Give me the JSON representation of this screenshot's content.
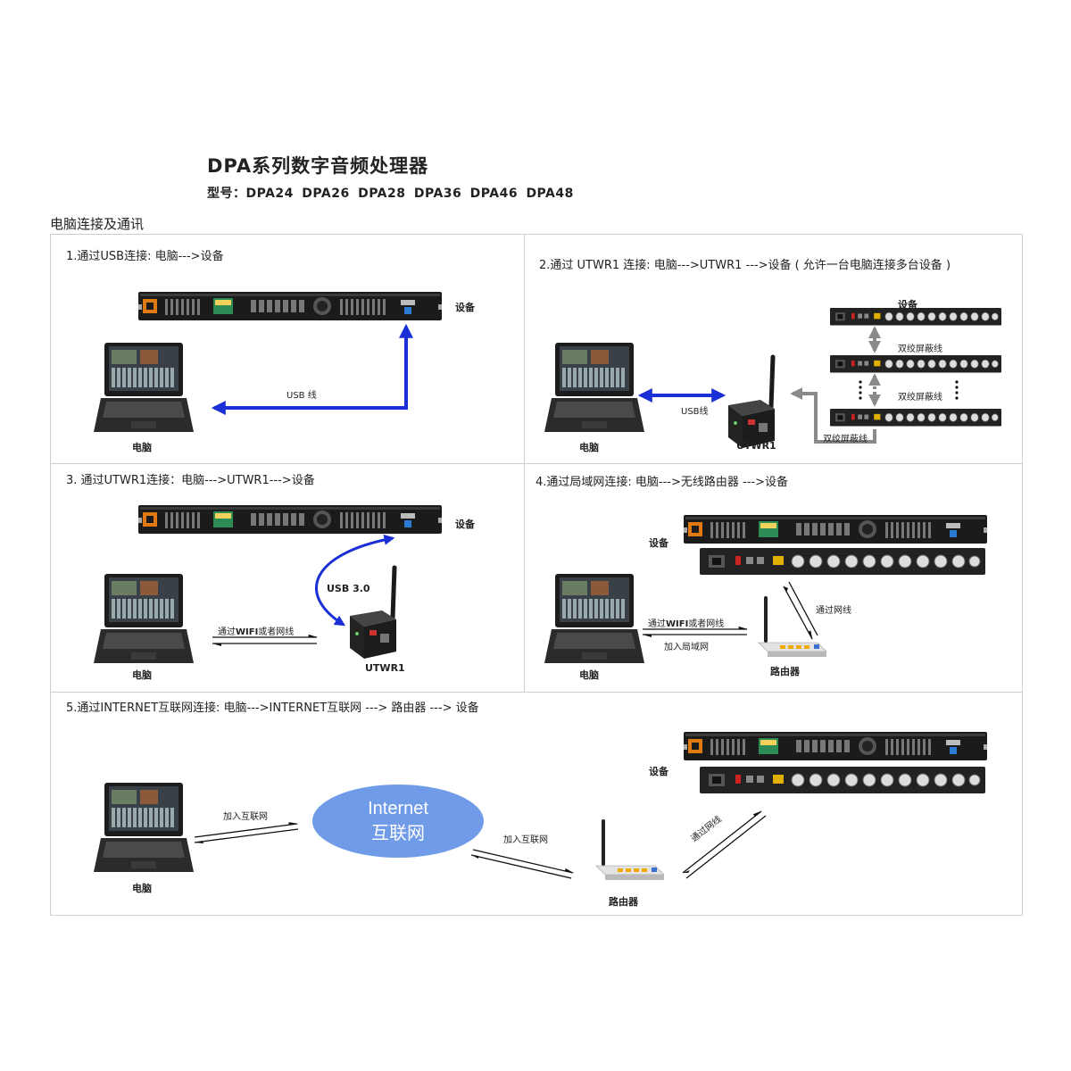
{
  "header": {
    "title": "DPA系列数字音频处理器",
    "models": "型号：DPA24   DPA26   DPA28  DPA36   DPA46   DPA48"
  },
  "section_title": "电脑连接及通讯",
  "panels": {
    "p1": {
      "title": "1.通过USB连接:  电脑--->设备",
      "device": "设备",
      "cable": "USB 线",
      "computer": "电脑"
    },
    "p2": {
      "title": "2.通过 UTWR1 连接:  电脑--->UTWR1  --->设备 ( 允许一台电脑连接多台设备 )",
      "device": "设备",
      "cable": "USB线",
      "computer": "电脑",
      "utwr": "UTWR1",
      "shield1": "双绞屏蔽线",
      "shield2": "双绞屏蔽线",
      "shield3": "双绞屏蔽线"
    },
    "p3": {
      "title": "3. 通过UTWR1连接：电脑--->UTWR1--->设备",
      "device": "设备",
      "usb3": "USB 3.0",
      "wifi_prefix": "通过",
      "wifi_bold": "WIFI",
      "wifi_suffix": "或者网线",
      "computer": "电脑",
      "utwr": "UTWR1"
    },
    "p4": {
      "title": "4.通过局域网连接:  电脑--->无线路由器 --->设备",
      "device": "设备",
      "cable": "通过网线",
      "wifi_prefix": "通过",
      "wifi_bold": "WIFI",
      "wifi_suffix": "或者网线",
      "lan": "加入局域网",
      "computer": "电脑",
      "router": "路由器"
    },
    "p5": {
      "title": "5.通过INTERNET互联网连接:  电脑--->INTERNET互联网 ---> 路由器 ---> 设备",
      "device": "设备",
      "join1": "加入互联网",
      "join2": "加入互联网",
      "cable": "通过网线",
      "cloud_en": "Internet",
      "cloud_cn": "互联网",
      "computer": "电脑",
      "router": "路由器"
    }
  },
  "colors": {
    "usb_arrow": "#1a2fd6",
    "grey_arrow": "#8a8a8a",
    "cloud": "#6f9be8",
    "device_body": "#1b1b1b"
  }
}
